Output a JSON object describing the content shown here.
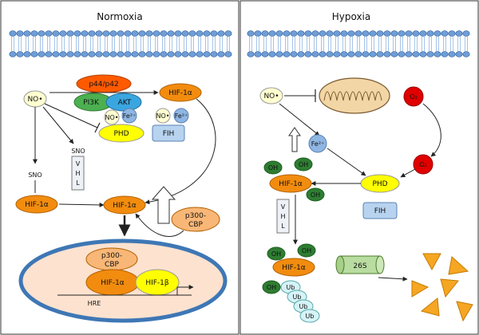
{
  "panels": {
    "normoxia": {
      "title": "Normoxia",
      "no": "NO•",
      "p44p42": "p44/p42",
      "pi3k": "PI3K",
      "akt": "AKT",
      "hif1a_top": "HIF-1α",
      "no_phd": "NO•",
      "fe_phd": "Fe²⁺",
      "phd": "PHD",
      "no_fih": "NO•",
      "fe_fih": "Fe²⁺",
      "fih": "FIH",
      "sno_vhl": "SNO",
      "vhl_letters": [
        "V",
        "H",
        "L"
      ],
      "sno_hif": "SNO",
      "hif1a_left": "HIF-1α",
      "hif1a_center": "HIF-1α",
      "p300_cbp_line1": "p300-",
      "p300_cbp_line2": "CBP",
      "nucleus": {
        "p300_line1": "p300-",
        "p300_line2": "CBP",
        "hif1a": "HIF-1α",
        "hif1b": "HIF-1β",
        "hre": "HRE"
      }
    },
    "hypoxia": {
      "title": "Hypoxia",
      "no": "NO•",
      "o2_top": "O₂",
      "o2_right": "O₂",
      "fe": "Fe²⁺",
      "oh": "OH",
      "hif1a": "HIF-1α",
      "phd": "PHD",
      "fih": "FIH",
      "vhl_letters": [
        "V",
        "H",
        "L"
      ],
      "hif1a_bottom": "HIF-1α",
      "ub": "Ub",
      "proteasome": "26S"
    }
  },
  "colors": {
    "orange": "#f28c0f",
    "orange_light": "#f9b777",
    "blue_light": "#b7d3ef",
    "blue": "#8fb6e2",
    "yellow": "#ffff00",
    "green": "#2e7d32",
    "red": "#e00000",
    "red_orange": "#ff5a00",
    "cyan": "#3aa6e0",
    "light_cyan": "#d6f3f7",
    "nucleus_fill": "#fde2cf",
    "nucleus_border": "#3e77b5",
    "membrane": "#6f9ed6",
    "gray_box": "#eef1f6"
  }
}
